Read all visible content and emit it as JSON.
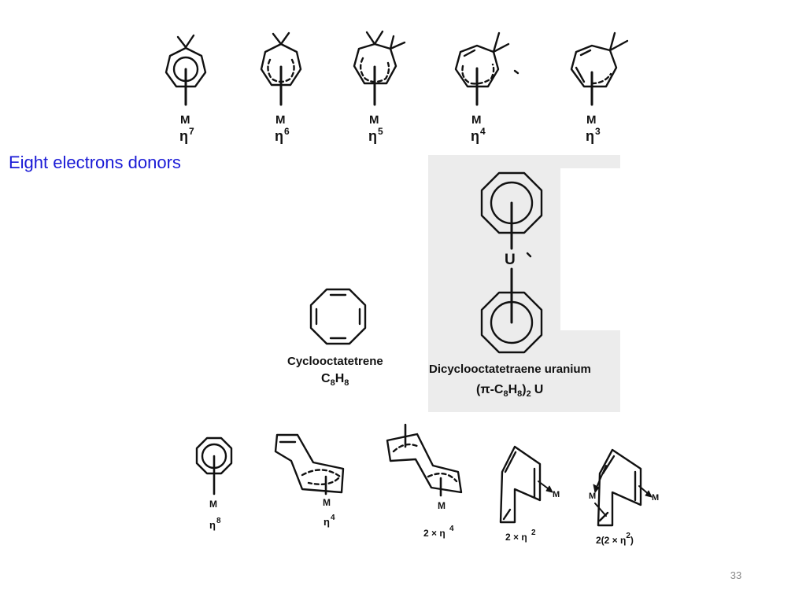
{
  "slide": {
    "heading": "Eight electrons donors",
    "page_number": "33"
  },
  "top_row": [
    {
      "metal": "M",
      "hapto": "η",
      "sup": "7"
    },
    {
      "metal": "M",
      "hapto": "η",
      "sup": "6"
    },
    {
      "metal": "M",
      "hapto": "η",
      "sup": "5"
    },
    {
      "metal": "M",
      "hapto": "η",
      "sup": "4"
    },
    {
      "metal": "M",
      "hapto": "η",
      "sup": "3"
    }
  ],
  "cot": {
    "name": "Cyclooctatetrene",
    "formula_c": "C",
    "formula_c_sub": "8",
    "formula_h": "H",
    "formula_h_sub": "8"
  },
  "uranocene": {
    "metal": "U",
    "name": "Dicyclooctatetraene uranium",
    "formula_prefix": "(π-C",
    "formula_c_sub": "8",
    "formula_h": "H",
    "formula_h_sub": "8",
    "formula_close": ")",
    "formula_n": "2",
    "formula_metal": "U"
  },
  "bottom_row": [
    {
      "metal": "M",
      "label": "η",
      "sup": "8"
    },
    {
      "metal": "M",
      "label": "η",
      "sup": "4"
    },
    {
      "metal": "M",
      "label": "2 × η",
      "sup": "4"
    },
    {
      "metal": "M",
      "label": "2 × η",
      "sup": "2"
    },
    {
      "metal": "M",
      "metal2": "M",
      "label": "2(2 × η",
      "sup": "2",
      "label_end": ")"
    }
  ]
}
